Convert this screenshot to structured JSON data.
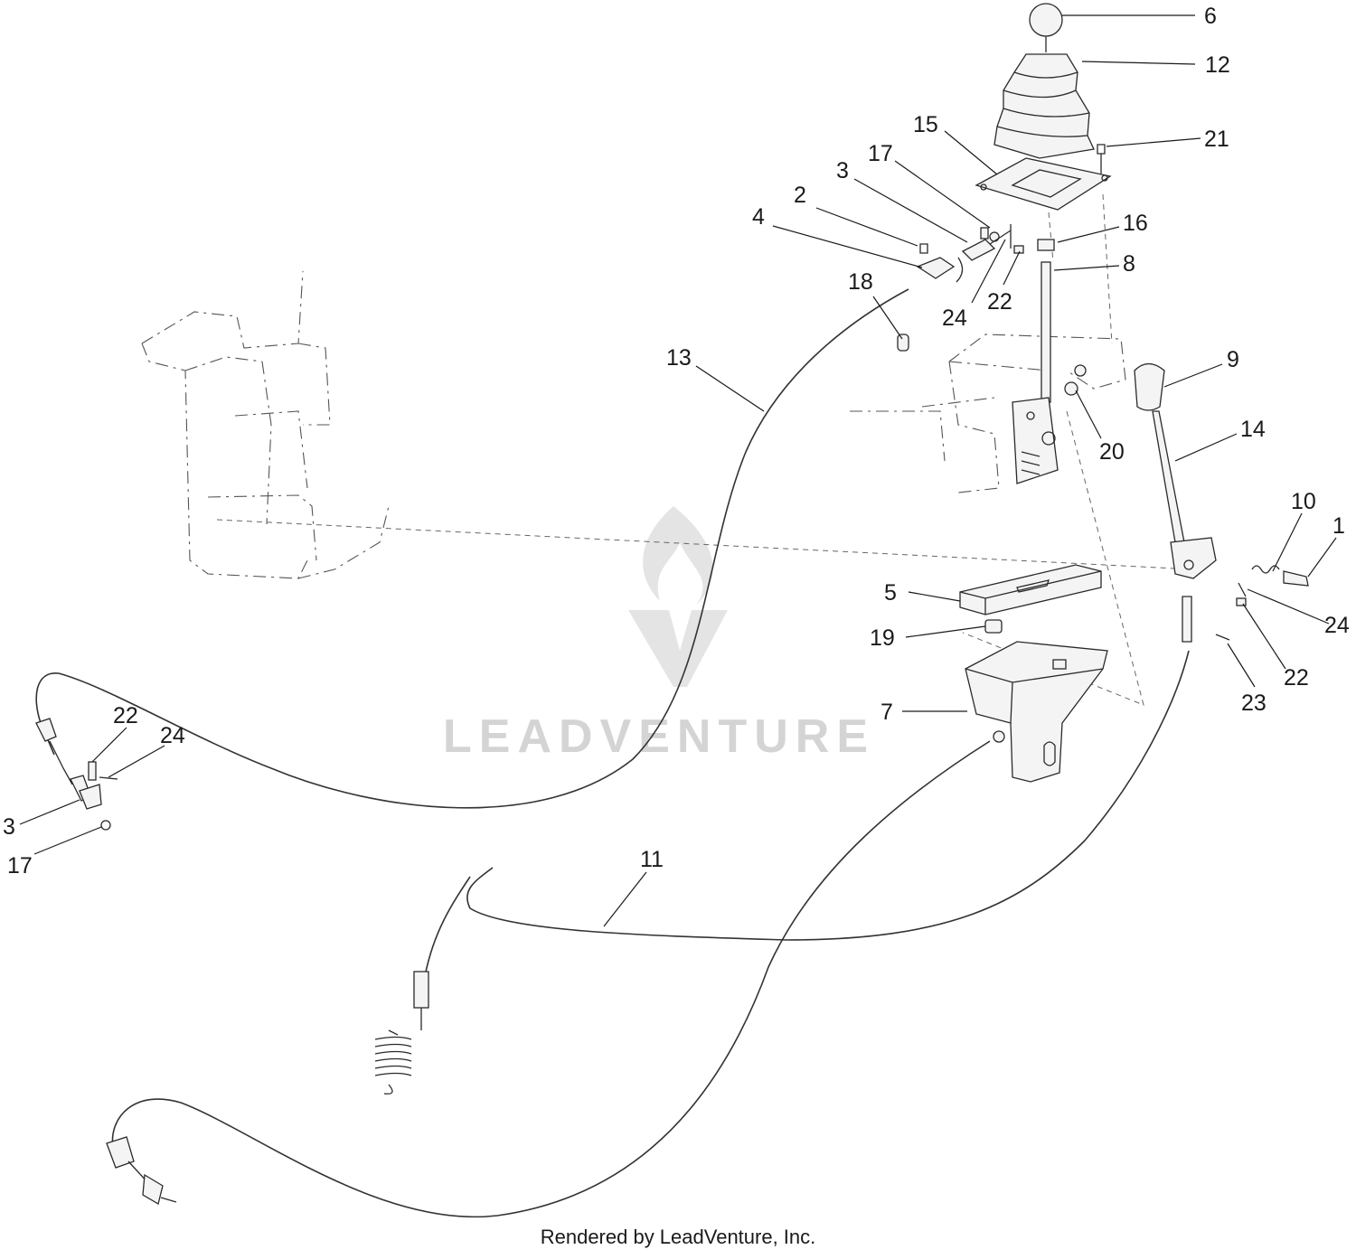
{
  "watermark": {
    "text": "LEADVENTURE",
    "color": "#d4d4d4"
  },
  "credit": "Rendered by LeadVenture, Inc.",
  "callouts": [
    {
      "label": "6"
    },
    {
      "label": "12"
    },
    {
      "label": "15"
    },
    {
      "label": "21"
    },
    {
      "label": "17"
    },
    {
      "label": "3"
    },
    {
      "label": "2"
    },
    {
      "label": "4"
    },
    {
      "label": "16"
    },
    {
      "label": "8"
    },
    {
      "label": "18"
    },
    {
      "label": "24"
    },
    {
      "label": "22"
    },
    {
      "label": "13"
    },
    {
      "label": "9"
    },
    {
      "label": "20"
    },
    {
      "label": "14"
    },
    {
      "label": "10"
    },
    {
      "label": "1"
    },
    {
      "label": "5"
    },
    {
      "label": "24"
    },
    {
      "label": "19"
    },
    {
      "label": "22"
    },
    {
      "label": "23"
    },
    {
      "label": "7"
    },
    {
      "label": "22"
    },
    {
      "label": "24"
    },
    {
      "label": "3"
    },
    {
      "label": "17"
    },
    {
      "label": "11"
    }
  ]
}
